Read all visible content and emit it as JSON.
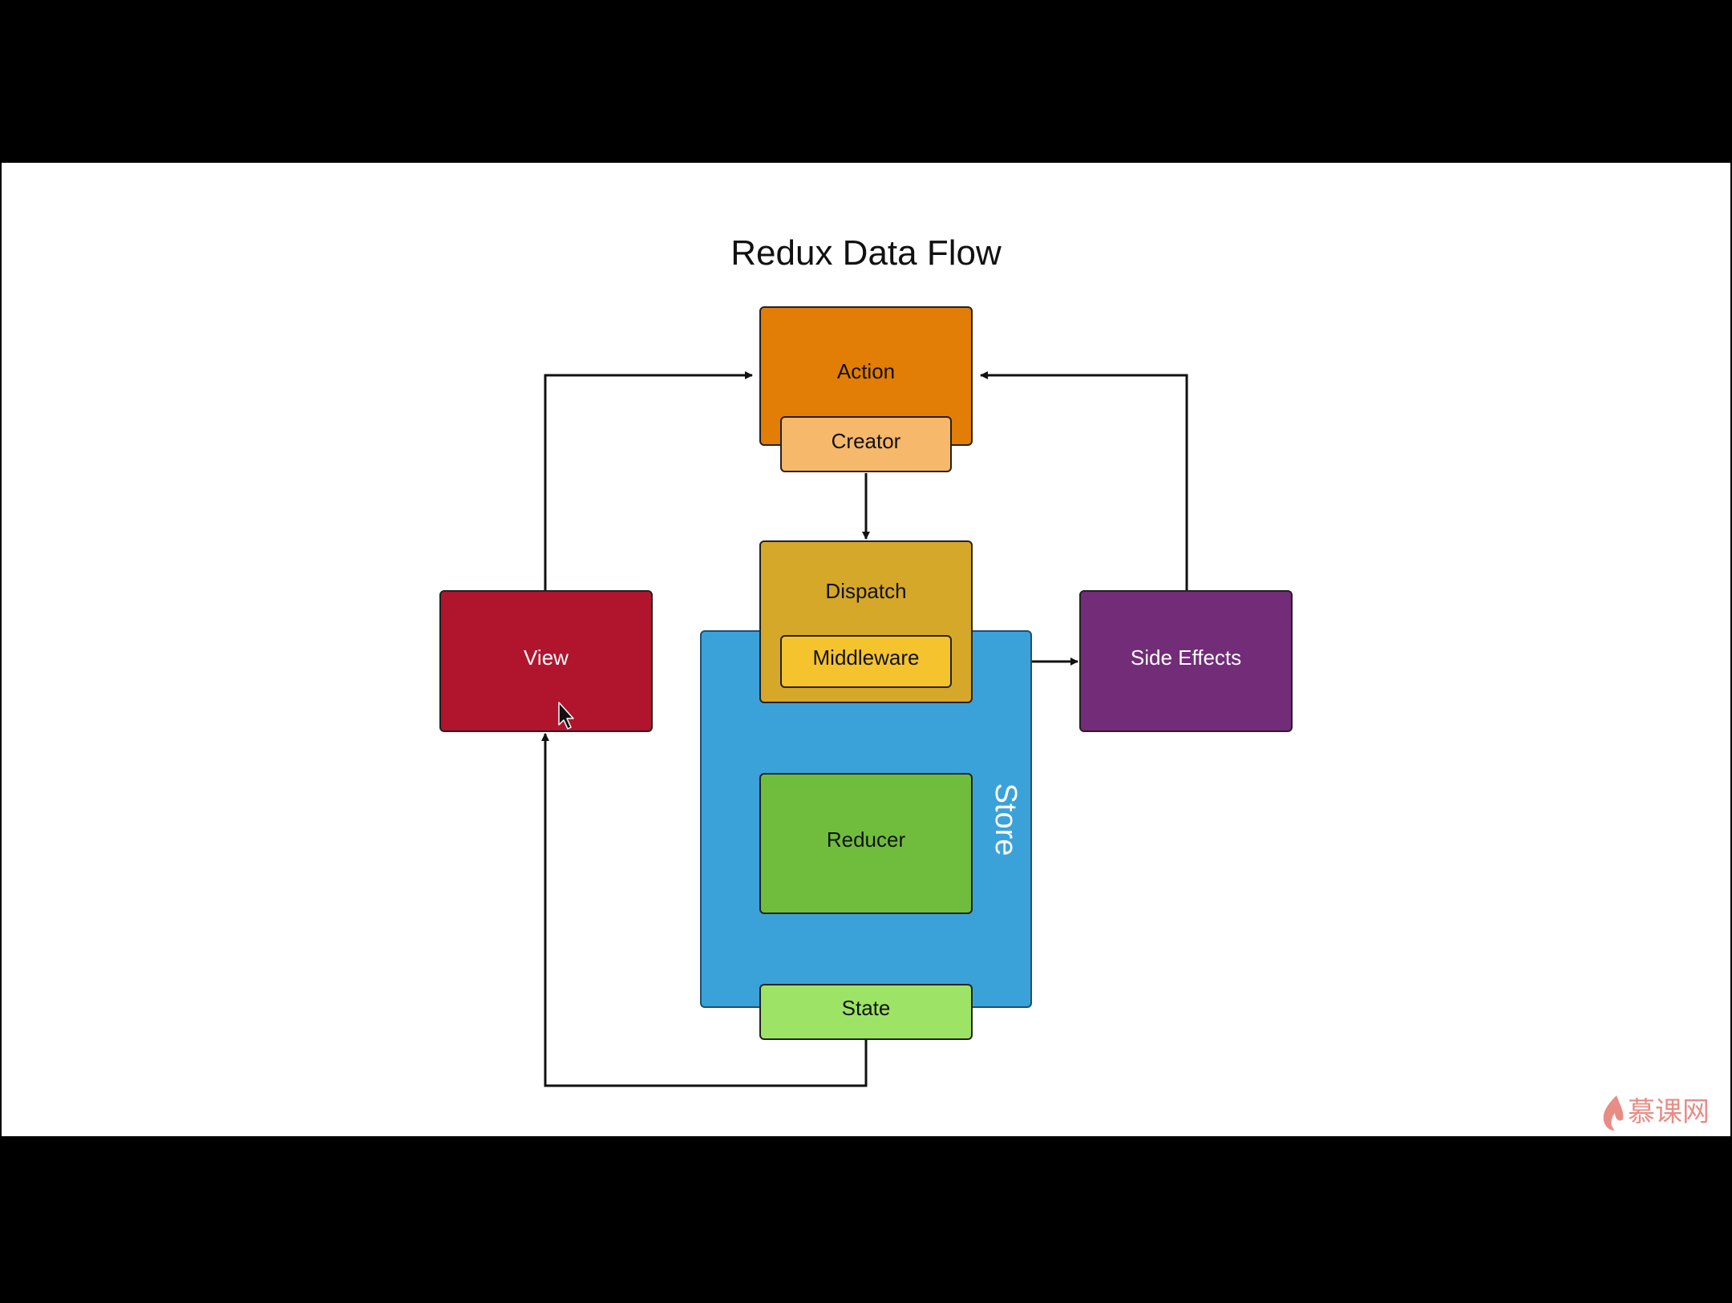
{
  "title": "Redux Data Flow",
  "nodes": {
    "action": "Action",
    "creator": "Creator",
    "dispatch": "Dispatch",
    "middleware": "Middleware",
    "reducer": "Reducer",
    "state": "State",
    "store": "Store",
    "view": "View",
    "side_effects": "Side Effects"
  },
  "watermark": "慕课网",
  "colors": {
    "action": "#E27D05",
    "creator": "#F6B86B",
    "dispatch": "#D5A82A",
    "middleware": "#F5C32D",
    "store": "#3BA2D9",
    "reducer": "#70BD3E",
    "state": "#9DE466",
    "view": "#B0152D",
    "side_effects": "#722C78",
    "watermark": "#E98C86"
  }
}
